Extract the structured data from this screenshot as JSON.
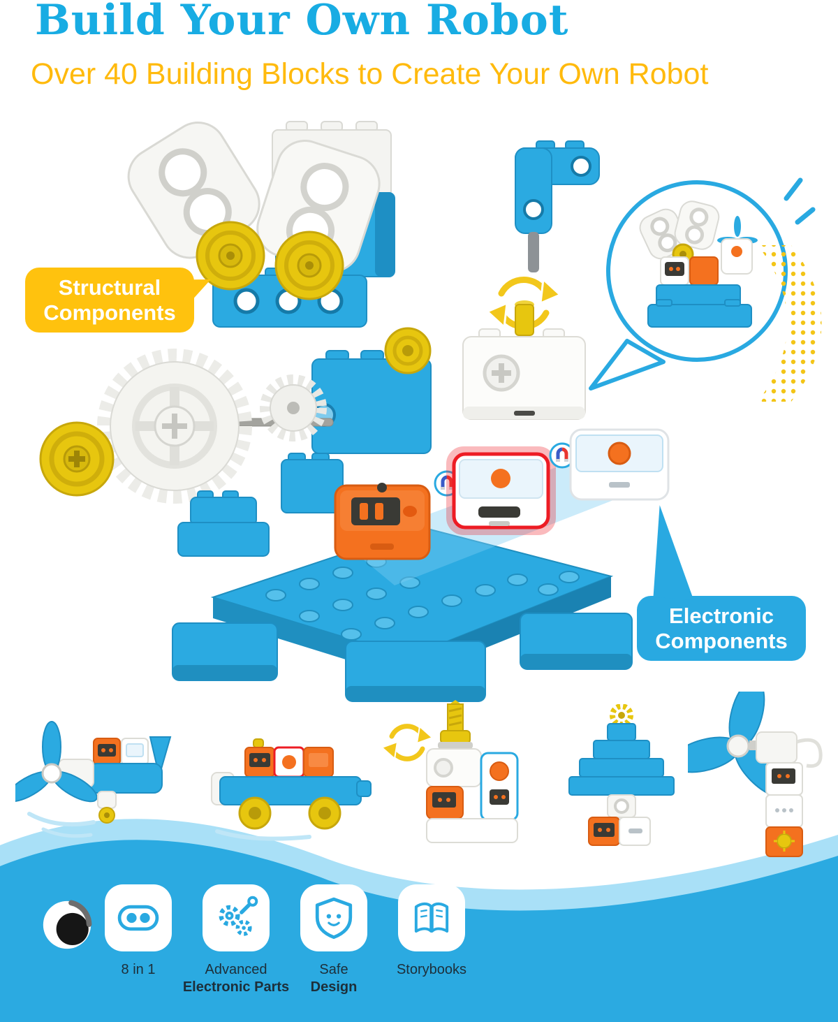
{
  "header": {
    "title": "Build Your Own Robot",
    "subtitle": "Over 40 Building Blocks to Create Your Own Robot"
  },
  "callouts": {
    "structural": {
      "line1": "Structural",
      "line2": "Components"
    },
    "electronic": {
      "line1": "Electronic",
      "line2": "Components"
    }
  },
  "features": [
    {
      "icon": "goggles-icon",
      "line1": "8 in 1",
      "line2": ""
    },
    {
      "icon": "gears-wrench-icon",
      "line1": "Advanced",
      "line2": "Electronic Parts"
    },
    {
      "icon": "shield-face-icon",
      "line1": "Safe",
      "line2": "Design"
    },
    {
      "icon": "storybook-icon",
      "line1": "Storybooks",
      "line2": ""
    }
  ],
  "icons": {
    "rotation_arrows": "rotate-arrows-icon",
    "magnet": "magnet-icon",
    "brand_logo": "eye-logo"
  },
  "colors": {
    "title_blue": "#18ACE3",
    "brand_blue": "#29A9E1",
    "accent_yellow": "#FFC20E",
    "toy_yellow": "#E7C60F",
    "orange": "#F4711F",
    "red": "#ED1C24",
    "wave_light_blue": "#A9E0F7"
  }
}
